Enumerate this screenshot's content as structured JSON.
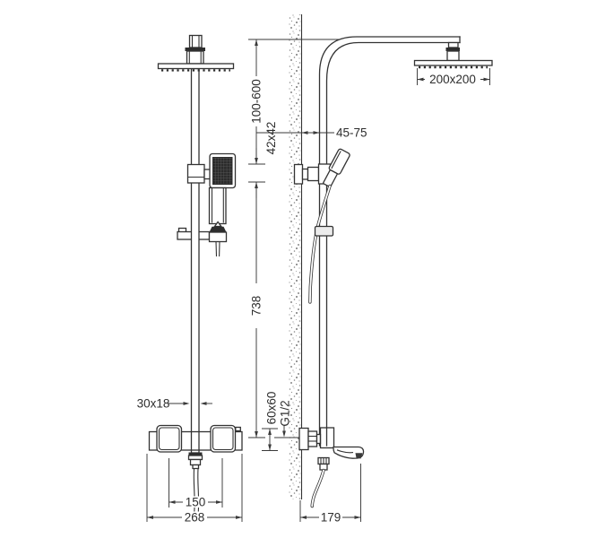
{
  "drawing_type": "shower-system-installation-drawing",
  "dims": {
    "riser_height_range": "100-600",
    "wall_bracket_size": "42x42",
    "wall_offset_range": "45-75",
    "head_size": "200x200",
    "bracket_to_mixer": "738",
    "rail_section": "30x18",
    "escutcheon_size": "60x60",
    "connection_thread": "G1/2",
    "inlet_spacing": "150",
    "mixer_width": "268",
    "spout_projection": "179"
  },
  "colors": {
    "line": "#333333",
    "dark_fill": "#2d2d2d",
    "wall_stipple": "#8a8a8a",
    "background": "#ffffff"
  }
}
